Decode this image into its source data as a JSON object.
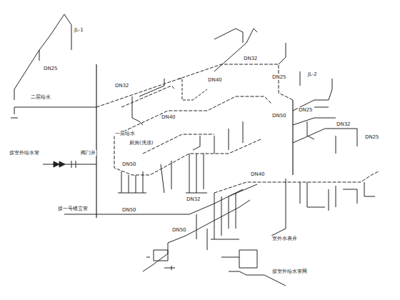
{
  "diagram": {
    "labels": [
      "JL-1",
      "DN25",
      "DN32",
      "二层给水",
      "一层给水",
      "厨房(洗涤)",
      "DN50",
      "阀门井",
      "接室外给水管",
      "DN40",
      "DN40",
      "DN32",
      "DN25",
      "DN50",
      "DN25",
      "DN32",
      "DN25",
      "JL-2",
      "接一号楼立管",
      "DN50",
      "DN32",
      "DN40",
      "室外水表井",
      "接室外给水管网",
      "DN50"
    ]
  }
}
